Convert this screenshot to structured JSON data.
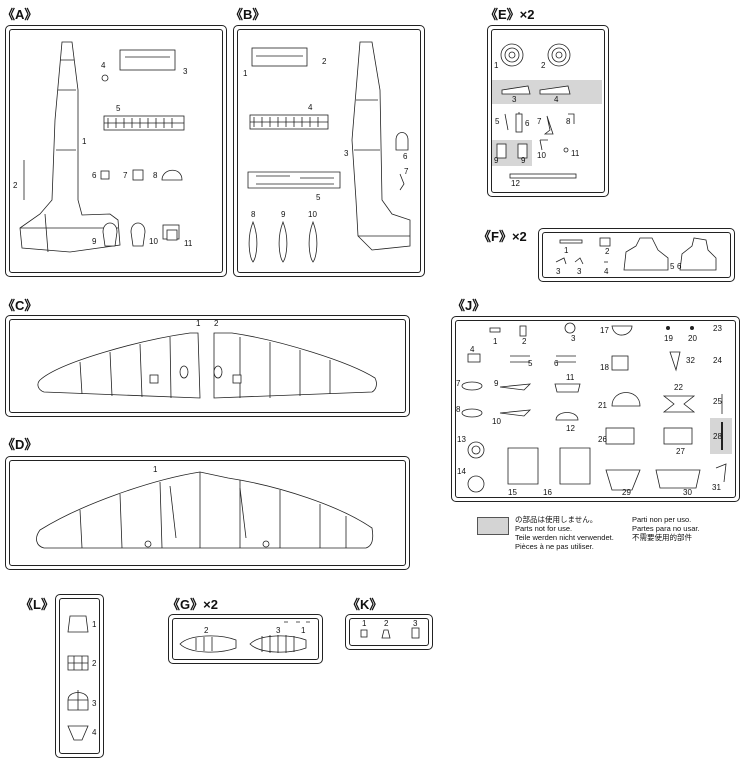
{
  "sheets": {
    "A": {
      "label": "《A》",
      "parts": [
        "1",
        "2",
        "3",
        "4",
        "5",
        "6",
        "7",
        "8",
        "9",
        "10",
        "11"
      ]
    },
    "B": {
      "label": "《B》",
      "parts": [
        "1",
        "2",
        "3",
        "4",
        "5",
        "6",
        "7",
        "8",
        "9",
        "10"
      ]
    },
    "C": {
      "label": "《C》",
      "parts": [
        "1",
        "2"
      ]
    },
    "D": {
      "label": "《D》",
      "parts": [
        "1"
      ]
    },
    "E": {
      "label": "《E》",
      "mult": "×2",
      "parts": [
        "1",
        "2",
        "3",
        "4",
        "5",
        "6",
        "7",
        "8",
        "9",
        "9",
        "10",
        "11",
        "12"
      ]
    },
    "F": {
      "label": "《F》",
      "mult": "×2",
      "parts": [
        "1",
        "2",
        "3",
        "3",
        "4",
        "5",
        "6"
      ]
    },
    "J": {
      "label": "《J》",
      "parts": [
        "1",
        "2",
        "3",
        "4",
        "5",
        "6",
        "7",
        "8",
        "9",
        "10",
        "11",
        "12",
        "13",
        "14",
        "15",
        "16",
        "17",
        "18",
        "19",
        "20",
        "21",
        "22",
        "23",
        "24",
        "25",
        "26",
        "27",
        "28",
        "29",
        "30",
        "31",
        "32"
      ]
    },
    "L": {
      "label": "《L》",
      "parts": [
        "1",
        "2",
        "3",
        "4"
      ]
    },
    "G": {
      "label": "《G》",
      "mult": "×2",
      "parts": [
        "1",
        "2",
        "3"
      ]
    },
    "K": {
      "label": "《K》",
      "parts": [
        "1",
        "2",
        "3"
      ]
    }
  },
  "legend": {
    "jp1": "の部品は使用しません。",
    "en": "Parts not for use.",
    "de": "Teile werden nicht verwendet.",
    "fr": "Pièces à ne pas utiliser.",
    "it": "Parti non per uso.",
    "es": "Partes para no usar.",
    "zh": "不需要使用的部件"
  },
  "colors": {
    "line": "#222222",
    "unused_shade": "#d6d6d6"
  }
}
